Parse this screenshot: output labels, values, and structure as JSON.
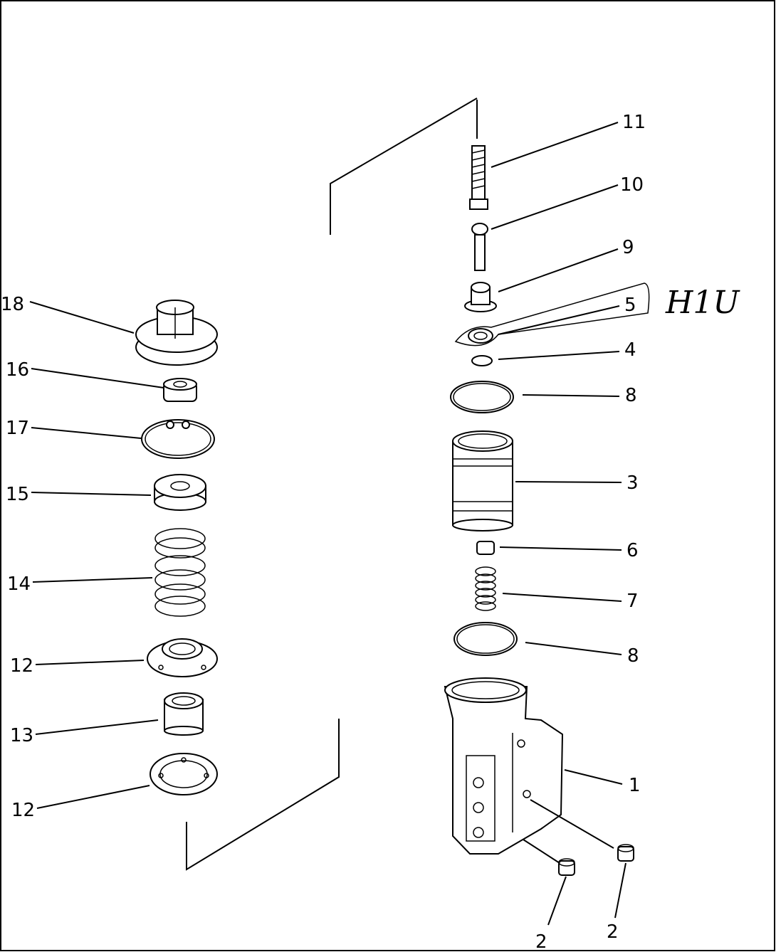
{
  "labels": {
    "n1": "1",
    "n2a": "2",
    "n2b": "2",
    "n3": "3",
    "n4": "4",
    "n5": "5",
    "n6": "6",
    "n7": "7",
    "n8a": "8",
    "n8b": "8",
    "n9": "9",
    "n10": "10",
    "n11": "11",
    "n12a": "12",
    "n12b": "12",
    "n13": "13",
    "n14": "14",
    "n15": "15",
    "n16": "16",
    "n17": "17",
    "n18": "18"
  },
  "handwritten_note": "H1U"
}
